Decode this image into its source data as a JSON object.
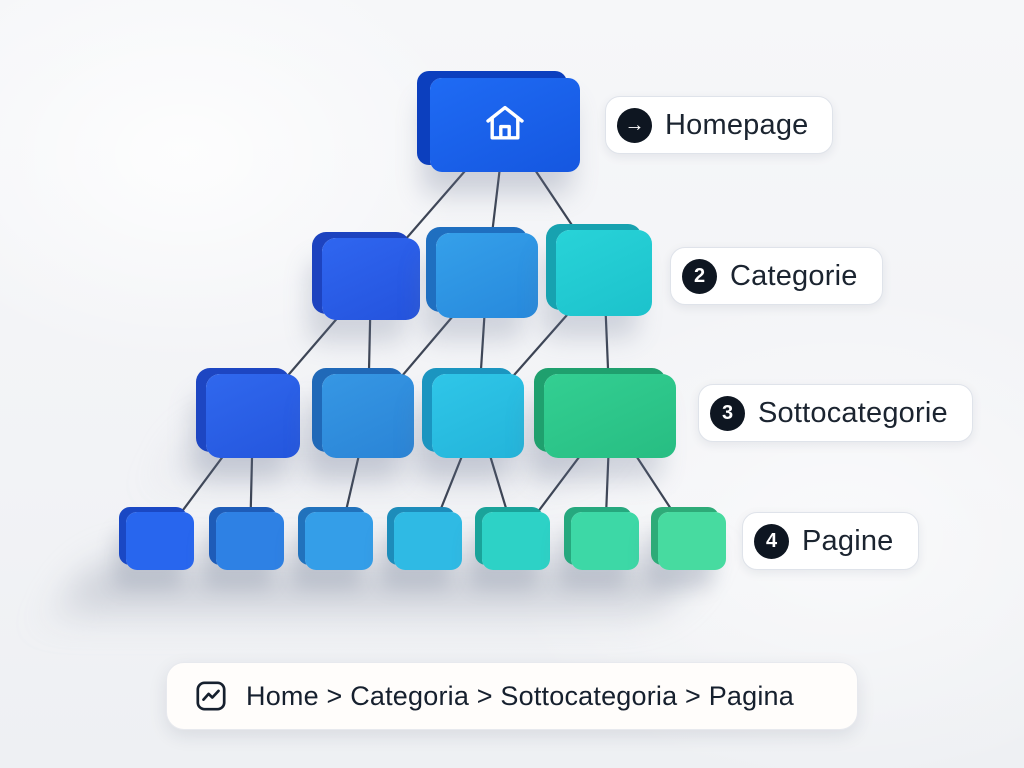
{
  "scene": {
    "background": "#f4f5f7",
    "line_color": "#3d4555",
    "badge_background": "#0e1621",
    "text_color": "#1b2430"
  },
  "labels": [
    {
      "badge": "→",
      "badge_icon": "arrow-right",
      "text": "Homepage"
    },
    {
      "badge": "2",
      "text": "Categorie"
    },
    {
      "badge": "3",
      "text": "Sottocategorie"
    },
    {
      "badge": "4",
      "text": "Pagine"
    }
  ],
  "breadcrumb": {
    "icon": "trend-line-icon",
    "text": "Home > Categoria > Sottocategoria > Pagina"
  },
  "hierarchy": {
    "levels": [
      {
        "label": "Homepage",
        "node_count": 1,
        "node_colors": [
          "#1a63f0"
        ]
      },
      {
        "label": "Categorie",
        "node_count": 3,
        "node_colors": [
          "#2b5fe8",
          "#2e97e6",
          "#23ccd4"
        ]
      },
      {
        "label": "Sottocategorie",
        "node_count": 4,
        "node_colors": [
          "#2b62ea",
          "#2f90e0",
          "#29c0e4",
          "#2eca8d"
        ]
      },
      {
        "label": "Pagine",
        "node_count": 7,
        "node_colors": [
          "#2462ec",
          "#2a7ce2",
          "#2f99e6",
          "#2ab5e2",
          "#28cec2",
          "#38d4a2",
          "#42d89c"
        ]
      }
    ]
  }
}
